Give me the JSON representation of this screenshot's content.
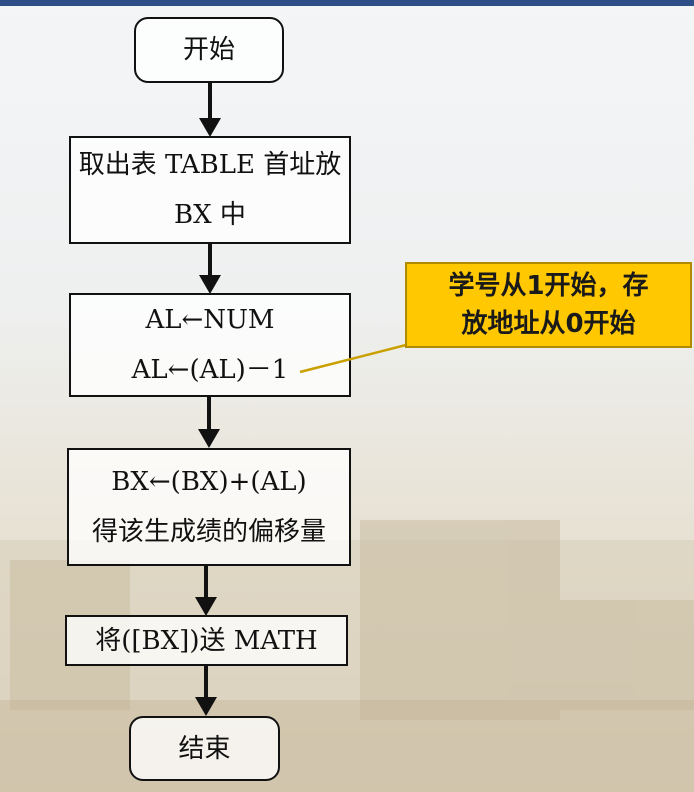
{
  "start": {
    "label": "开始"
  },
  "step1": {
    "line1": "取出表 TABLE 首址放",
    "line2": "BX 中"
  },
  "step2": {
    "line1": "AL←NUM",
    "line2": "AL←(AL)－1"
  },
  "step3": {
    "line1": "BX←(BX)+(AL)",
    "line2": "得该生成绩的偏移量"
  },
  "step4": {
    "label": "将([BX])送 MATH"
  },
  "end": {
    "label": "结束"
  },
  "callout": {
    "line1": "学号从1开始，存",
    "line2": "放地址从0开始"
  },
  "colors": {
    "callout_fill": "#ffc800",
    "connector": "#c9a000",
    "box_border": "#111111",
    "top_bar": "#2d4e86"
  }
}
